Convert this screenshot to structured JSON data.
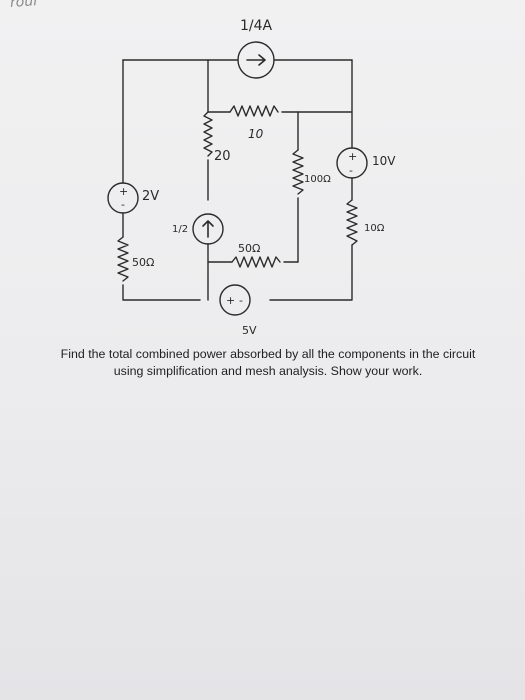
{
  "corner_scrawl": "rour",
  "circuit": {
    "labels": {
      "current_source": "1/4A",
      "r_top": "10",
      "r_left_mid": "20",
      "r_center": "100Ω",
      "source_right": "10V",
      "r_right": "10Ω",
      "source_left": "2V",
      "current_source_mid_value": "1/2",
      "r_bottom_left": "50Ω",
      "r_bottom_mid": "50Ω",
      "source_bottom": "5V"
    }
  },
  "question": {
    "line1": "Find the total combined power absorbed by all the components in the circuit",
    "line2": "using simplification and mesh analysis. Show your work."
  }
}
